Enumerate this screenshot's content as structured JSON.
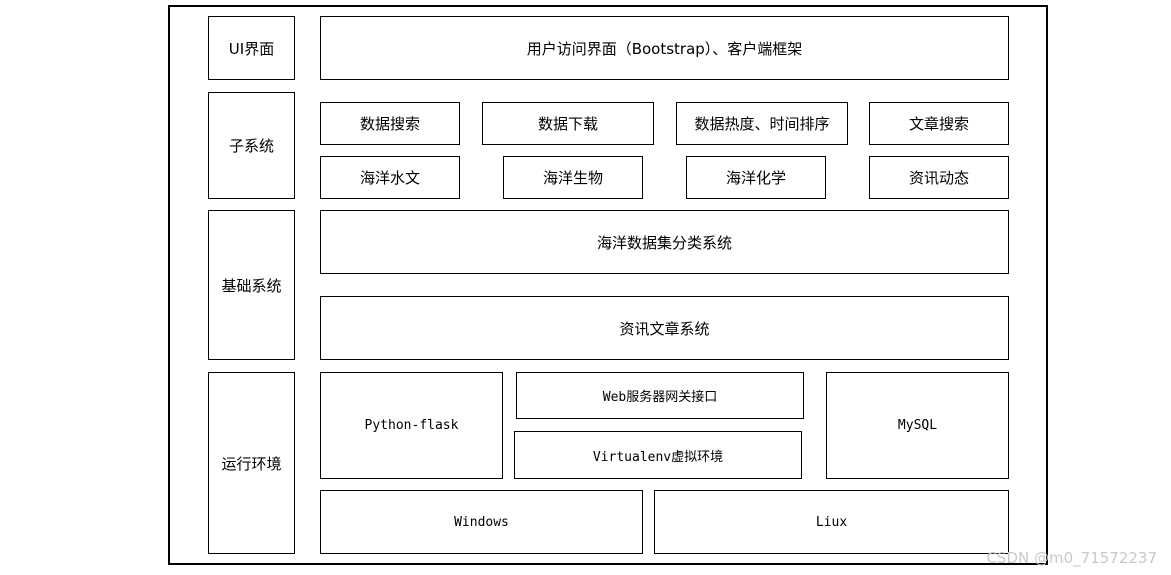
{
  "layers": {
    "ui": {
      "label": "UI界面",
      "content": "用户访问界面（Bootstrap）、客户端框架"
    },
    "subsystem": {
      "label": "子系统",
      "row1": [
        "数据搜索",
        "数据下载",
        "数据热度、时间排序",
        "文章搜索"
      ],
      "row2": [
        "海洋水文",
        "海洋生物",
        "海洋化学",
        "资讯动态"
      ]
    },
    "base": {
      "label": "基础系统",
      "items": [
        "海洋数据集分类系统",
        "资讯文章系统"
      ]
    },
    "runtime": {
      "label": "运行环境",
      "python": "Python-flask",
      "gateway": "Web服务器网关接口",
      "virtualenv": "Virtualenv虚拟环境",
      "mysql": "MySQL",
      "windows": "Windows",
      "linux": "Liux"
    }
  },
  "watermark": "CSDN @m0_71572237"
}
